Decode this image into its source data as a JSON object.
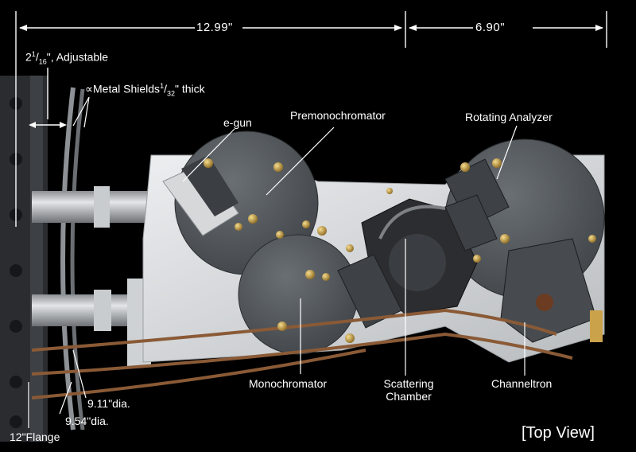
{
  "dimensions": {
    "width_left": "12.99\"",
    "width_right": "6.90\""
  },
  "labels": {
    "adjustable": {
      "whole": "2",
      "num": "1",
      "den": "16",
      "suffix": "\", Adjustable"
    },
    "metal_shields": {
      "prefix": "∝",
      "text": "Metal Shields",
      "num": "1",
      "den": "32",
      "suffix": "\" thick"
    },
    "egun": "e-gun",
    "premonochromator": "Premonochromator",
    "rotating_analyzer": "Rotating Analyzer",
    "monochromator": "Monochromator",
    "scattering_line1": "Scattering",
    "scattering_line2": "Chamber",
    "channeltron": "Channeltron",
    "dia_911": "9.11\"dia.",
    "dia_954": "9.54\"dia.",
    "flange": "12\"Flange",
    "view": "[Top View]"
  },
  "colors": {
    "background": "#000000",
    "base_plate": "#d9dbdd",
    "dark_disc": "#4a4e52",
    "brass": "#c9a24a",
    "cable": "#8a5a36",
    "metal_rod": "#b5b8bb",
    "annotation": "#ffffff"
  }
}
